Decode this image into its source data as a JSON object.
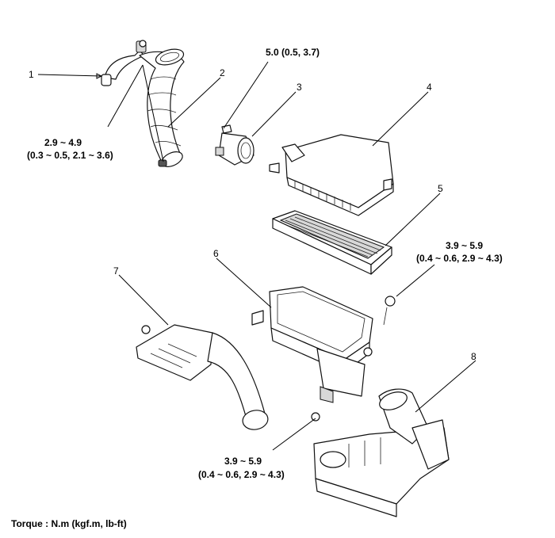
{
  "callouts": [
    {
      "id": "1",
      "label": "1"
    },
    {
      "id": "2",
      "label": "2"
    },
    {
      "id": "3",
      "label": "3"
    },
    {
      "id": "4",
      "label": "4"
    },
    {
      "id": "5",
      "label": "5"
    },
    {
      "id": "6",
      "label": "6"
    },
    {
      "id": "7",
      "label": "7"
    },
    {
      "id": "8",
      "label": "8"
    }
  ],
  "torque_specs": {
    "hose_clamp": {
      "line1": "2.9 ~ 4.9",
      "line2": "(0.3 ~ 0.5, 2.1 ~ 3.6)"
    },
    "sensor_screw": {
      "line1": "5.0 (0.5, 3.7)"
    },
    "lower_case_bolt": {
      "line1": "3.9 ~ 5.9",
      "line2": "(0.4 ~ 0.6, 2.9 ~ 4.3)"
    },
    "bracket_bolt": {
      "line1": "3.9 ~ 5.9",
      "line2": "(0.4 ~ 0.6, 2.9 ~ 4.3)"
    }
  },
  "footer": {
    "torque_unit": "Torque : N.m (kgf.m, lb-ft)"
  }
}
